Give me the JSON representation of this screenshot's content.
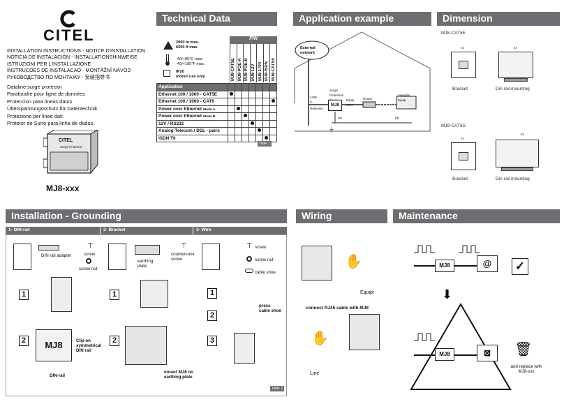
{
  "brand": {
    "name": "CITEL"
  },
  "intro": {
    "instructions": [
      "INSTALLATION INSTRUCTIONS - NOTICE D'INSTALLATION",
      "NOTICIA DE INSTALACIÓN - INSTALLATIONSHINWEISE",
      "ISTRUZIONI PER L'INSTALLAZIONE",
      "INSTRUCOES DE INSTALACAO - MONTÁŽNÍ NÁVOD",
      "РУКОВОДСТВО ПО МОНТАЖУ - 安装指导书"
    ],
    "descriptions": [
      "Dataline surge protector",
      "Parafoudre pour ligne de données",
      "Proteccion para lineas datos",
      "Überspannungsschutz für Datentechnik",
      "Protezione per linee dati",
      "Protetor de Surto para linha de dados."
    ],
    "product_name": "MJ8-xxx",
    "device_brand": "CITEL",
    "device_label": "Surge Protector"
  },
  "technical": {
    "title": "Technical Data",
    "specs": {
      "altitude": "2000 m max.\n6500 ft max.",
      "temp1": "-40/+85°C max.",
      "temp2": "-49/+185°F max.",
      "ip": "IP20",
      "ip_note": "indoor use only"
    },
    "pn_header": "P/N",
    "part_numbers": [
      "MJ8-CAT5E",
      "MJ8-POE-A",
      "MJ8-POE-B",
      "MJ8-12V",
      "MJ8-170V",
      "MJ8-ISDN",
      "MJ8-CATS5"
    ],
    "application_header": "Application",
    "rows": [
      {
        "label": "Ethernet 100 / 1000 - CAT5E",
        "suffix": "",
        "marks": [
          1,
          0,
          0,
          0,
          0,
          0,
          0
        ]
      },
      {
        "label": "Ethernet 100 / 1000 - CAT6",
        "suffix": "",
        "marks": [
          0,
          0,
          0,
          0,
          0,
          0,
          1
        ]
      },
      {
        "label": "Power over Ethernet",
        "suffix": "Mode A",
        "marks": [
          0,
          1,
          0,
          0,
          0,
          0,
          0
        ]
      },
      {
        "label": "Power over Ethernet",
        "suffix": "Mode B",
        "marks": [
          0,
          0,
          1,
          0,
          0,
          0,
          0
        ]
      },
      {
        "label": "12V / RS232",
        "suffix": "",
        "marks": [
          0,
          0,
          0,
          1,
          0,
          0,
          0
        ]
      },
      {
        "label": "Analog Telecom / DSL - pairs",
        "suffix": "",
        "marks": [
          0,
          0,
          0,
          0,
          1,
          0,
          0
        ]
      },
      {
        "label": "ISDN T0",
        "suffix": "",
        "marks": [
          0,
          0,
          0,
          0,
          0,
          1,
          0
        ]
      }
    ],
    "table_label": "Table 1"
  },
  "application": {
    "title": "Application example",
    "external_network": "External network",
    "line_in": "LINE in",
    "networks": "Networks",
    "spd": "Surge Protection Device",
    "equip_out": "Equip OUT",
    "router": "Router",
    "example": "example Equip",
    "pe1": "PE",
    "pe2": "PE",
    "device": "MJ8"
  },
  "dimension": {
    "title": "Dimension",
    "cat5e": "MJ8-CAT5E",
    "cat6s": "MJ8-CAT6S",
    "bracket1": "Bracket",
    "din1": "Din rail mounting",
    "bracket2": "Bracket",
    "din2": "Din rail mounting",
    "d1": "44",
    "d2": "44",
    "d3": "44",
    "d4": "55"
  },
  "installation": {
    "title": "Installation - Grounding",
    "col1": "1- DIN-rail",
    "col2": "2- Bracket",
    "col3": "3- Wire",
    "din_adapter": "DIN rail adapter",
    "screw": "screw",
    "screw_nut": "screw nut",
    "earthing_plate": "earthing plate",
    "countersunk": "countersunk screw",
    "w_screw": "screw",
    "w_screw_nut": "screw nut",
    "cable_shoe": "cable shoe",
    "clip": "Clip on symmetrical DIN rail",
    "din_rail": "DIN-rail",
    "mount": "mount MJ8 on earthing plate",
    "press": "press cable shoe",
    "mj8": "MJ8",
    "n1": "1",
    "n2": "2",
    "n3": "1",
    "n4": "2",
    "n5": "1",
    "n6": "2",
    "n7": "3",
    "table_label": "Table 2"
  },
  "wiring": {
    "title": "Wiring",
    "equipt": "Equipt",
    "connect": "connect RJ45 cable with MJ8",
    "line": "Line"
  },
  "maintenance": {
    "title": "Maintenance",
    "mj8a": "MJ8",
    "mj8b": "MJ8",
    "replace": "and replace with MJ8-xxx",
    "at": "@",
    "check": "✓"
  },
  "colors": {
    "header": "#6d6e71",
    "accent": "#111111"
  }
}
